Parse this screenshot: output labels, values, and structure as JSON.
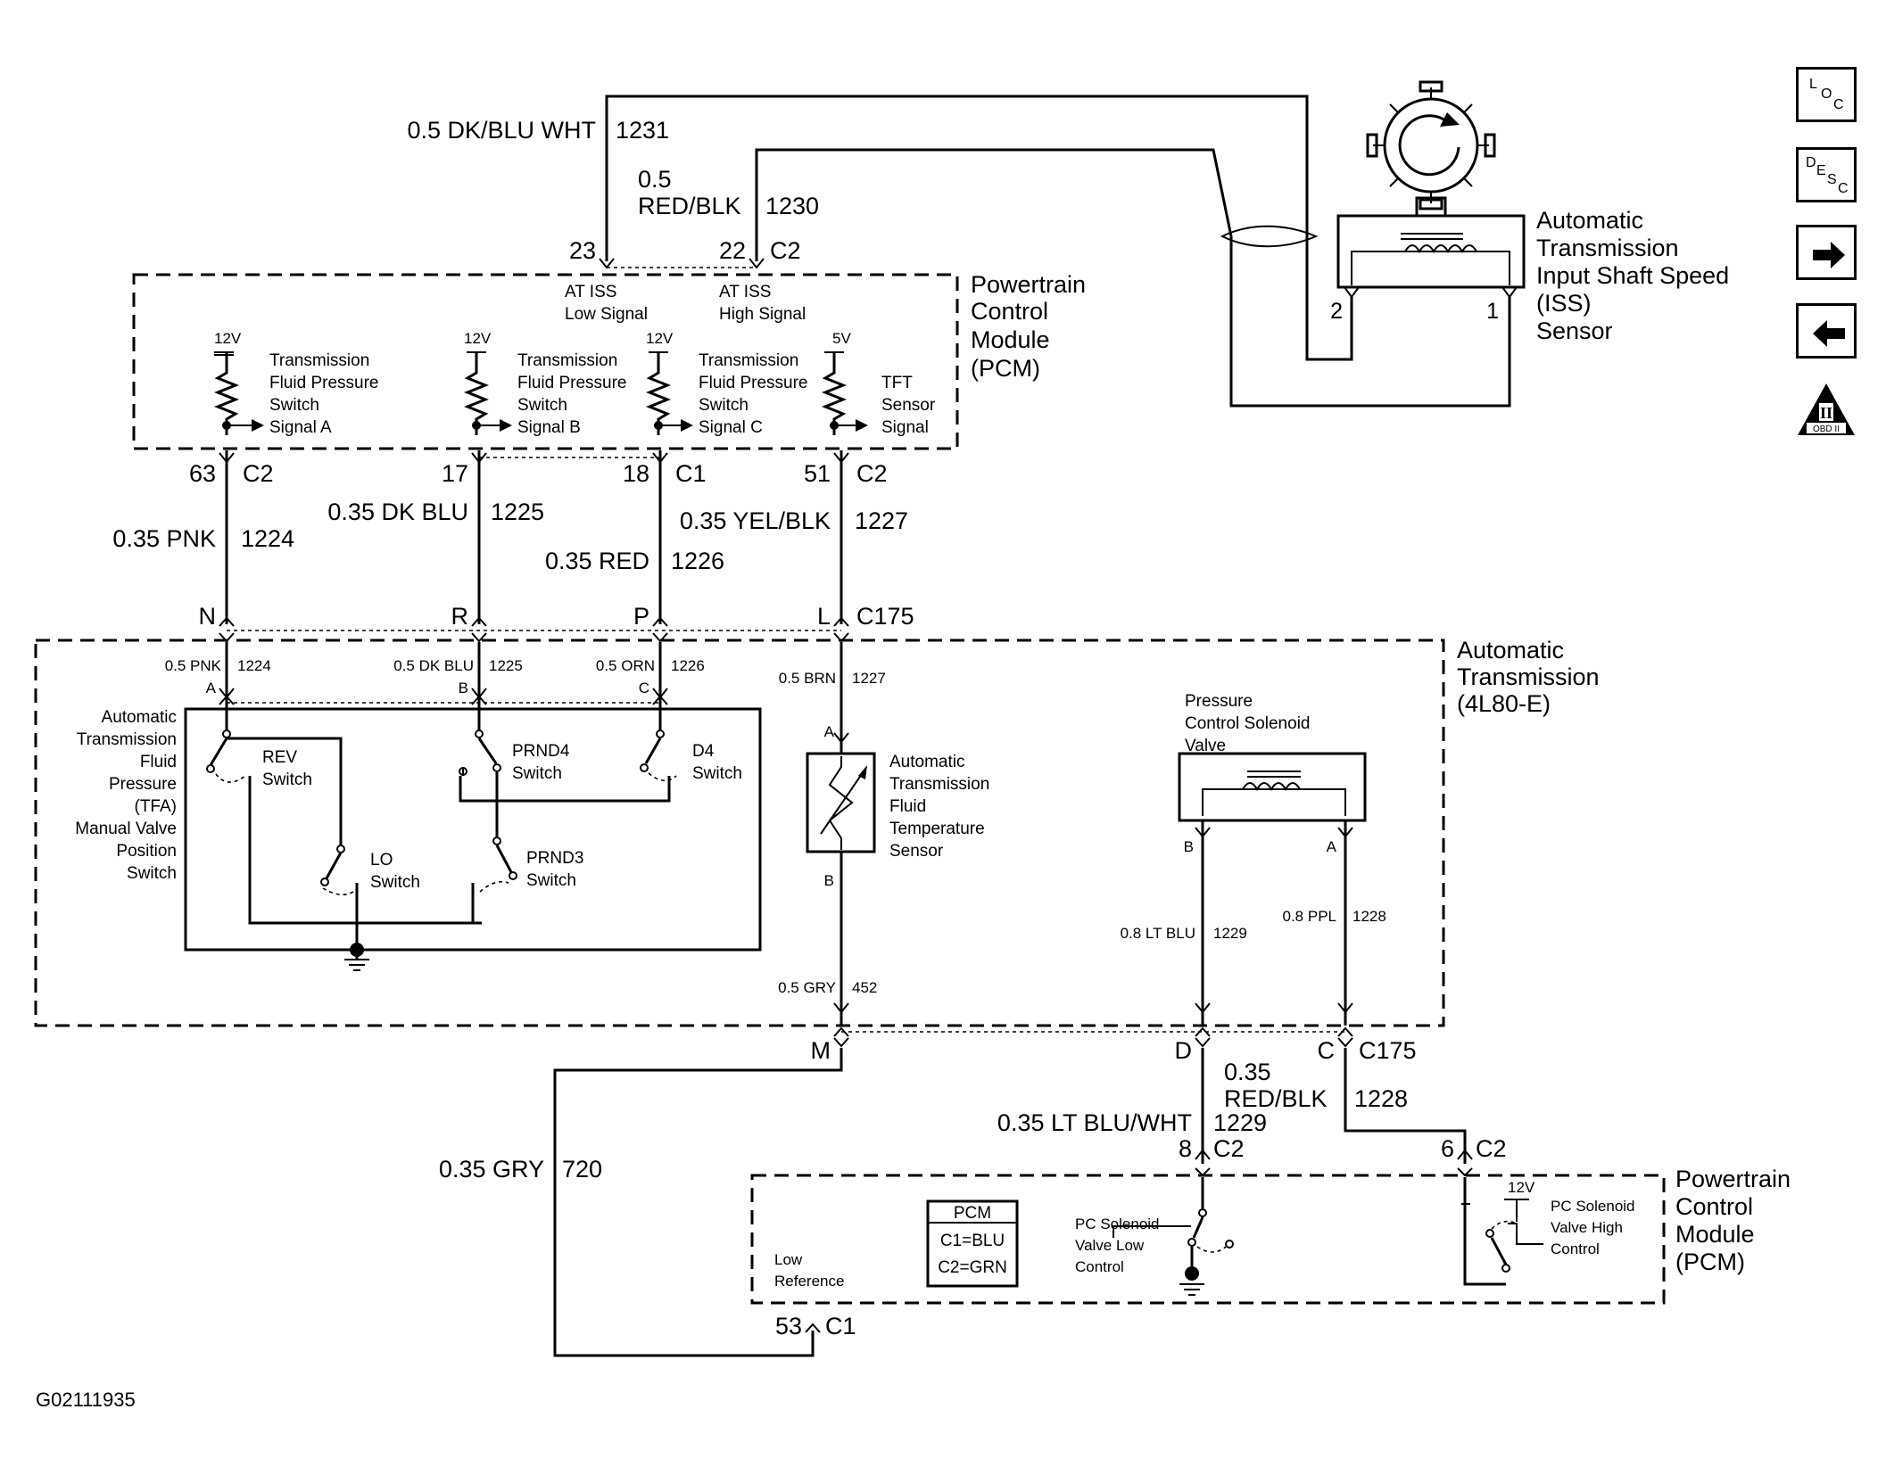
{
  "figure_id": "G02111935",
  "nav": {
    "loc": [
      "L",
      "O",
      "C"
    ],
    "desc": [
      "D",
      "E",
      "S",
      "C"
    ],
    "obd_numeral": "II",
    "obd_text": "OBD II"
  },
  "labels": {
    "wire_1231_gauge": "0.5 DK/BLU WHT",
    "wire_1231_circuit": "1231",
    "wire_1230_gauge_a": "0.5",
    "wire_1230_gauge_b": "RED/BLK",
    "wire_1230_circuit": "1230",
    "pin_23": "23",
    "pin_22": "22",
    "conn_c2_top": "C2",
    "iss_low_a": "AT ISS",
    "iss_low_b": "Low Signal",
    "iss_high_a": "AT ISS",
    "iss_high_b": "High Signal",
    "pcm1_a": "Powertrain",
    "pcm1_b": "Control",
    "pcm1_c": "Module",
    "pcm1_d": "(PCM)",
    "iss_a": "Automatic",
    "iss_b": "Transmission",
    "iss_c": "Input Shaft Speed",
    "iss_d": "(ISS)",
    "iss_e": "Sensor",
    "iss_pin2": "2",
    "iss_pin1": "1",
    "v12_a": "12V",
    "v12_b": "12V",
    "v12_c": "12V",
    "v5": "5V",
    "sigA_a": "Transmission",
    "sigA_b": "Fluid Pressure",
    "sigA_c": "Switch",
    "sigA_d": "Signal A",
    "sigB_a": "Transmission",
    "sigB_b": "Fluid Pressure",
    "sigB_c": "Switch",
    "sigB_d": "Signal B",
    "sigC_a": "Transmission",
    "sigC_b": "Fluid Pressure",
    "sigC_c": "Switch",
    "sigC_d": "Signal C",
    "tft_a": "TFT",
    "tft_b": "Sensor",
    "tft_c": "Signal",
    "pin_63": "63",
    "c2_63": "C2",
    "pin_17": "17",
    "pin_18": "18",
    "c1_18": "C1",
    "pin_51": "51",
    "c2_51": "C2",
    "w1224_gauge": "0.35 PNK",
    "w1224_circuit": "1224",
    "w1225_gauge": "0.35 DK BLU",
    "w1225_circuit": "1225",
    "w1226_gauge": "0.35 RED",
    "w1226_circuit": "1226",
    "w1227_gauge": "0.35 YEL/BLK",
    "w1227_circuit": "1227",
    "pin_N": "N",
    "pin_R": "R",
    "pin_P": "P",
    "pin_L": "L",
    "c175_top": "C175",
    "trans_a": "Automatic",
    "trans_b": "Transmission",
    "trans_c": "(4L80-E)",
    "in_1224_gauge": "0.5 PNK",
    "in_1224_circuit": "1224",
    "in_1225_gauge": "0.5 DK BLU",
    "in_1225_circuit": "1225",
    "in_1226_gauge": "0.5 ORN",
    "in_1226_circuit": "1226",
    "in_1227_gauge": "0.5 BRN",
    "in_1227_circuit": "1227",
    "pin_A1": "A",
    "pin_B1": "B",
    "pin_C1": "C",
    "pin_A_tft": "A",
    "pin_B_tft": "B",
    "tfa_a": "Automatic",
    "tfa_b": "Transmission",
    "tfa_c": "Fluid",
    "tfa_d": "Pressure",
    "tfa_e": "(TFA)",
    "tfa_f": "Manual Valve",
    "tfa_g": "Position",
    "tfa_h": "Switch",
    "rev_a": "REV",
    "rev_b": "Switch",
    "prnd4_a": "PRND4",
    "prnd4_b": "Switch",
    "d4_a": "D4",
    "d4_b": "Switch",
    "lo_a": "LO",
    "lo_b": "Switch",
    "prnd3_a": "PRND3",
    "prnd3_b": "Switch",
    "tfts_a": "Automatic",
    "tfts_b": "Transmission",
    "tfts_c": "Fluid",
    "tfts_d": "Temperature",
    "tfts_e": "Sensor",
    "w452_gauge": "0.5 GRY",
    "w452_circuit": "452",
    "pcs_a": "Pressure",
    "pcs_b": "Control Solenoid",
    "pcs_c": "Valve",
    "pcs_pin_B": "B",
    "pcs_pin_A": "A",
    "w1229_in_gauge": "0.8 LT BLU",
    "w1229_in_circuit": "1229",
    "w1228_in_gauge": "0.8 PPL",
    "w1228_in_circuit": "1228",
    "pin_M": "M",
    "pin_D": "D",
    "pin_C2": "C",
    "c175_bot": "C175",
    "w1228_gauge_a": "0.35",
    "w1228_gauge_b": "RED/BLK",
    "w1228_circuit": "1228",
    "w1229_gauge": "0.35 LT BLU/WHT",
    "w1229_circuit": "1229",
    "w720_gauge": "0.35 GRY",
    "w720_circuit": "720",
    "pin_8": "8",
    "c2_8": "C2",
    "pin_6": "6",
    "c2_6": "C2",
    "pcm2_a": "Powertrain",
    "pcm2_b": "Control",
    "pcm2_c": "Module",
    "pcm2_d": "(PCM)",
    "legend_title": "PCM",
    "legend_c1": "C1=BLU",
    "legend_c2": "C2=GRN",
    "pcl_a": "PC Solenoid",
    "pcl_b": "Valve Low",
    "pcl_c": "Control",
    "pch_a": "PC Solenoid",
    "pch_b": "Valve High",
    "pch_c": "Control",
    "v12_pch": "12V",
    "low_ref_a": "Low",
    "low_ref_b": "Reference",
    "pin_53": "53",
    "c1_53": "C1"
  }
}
